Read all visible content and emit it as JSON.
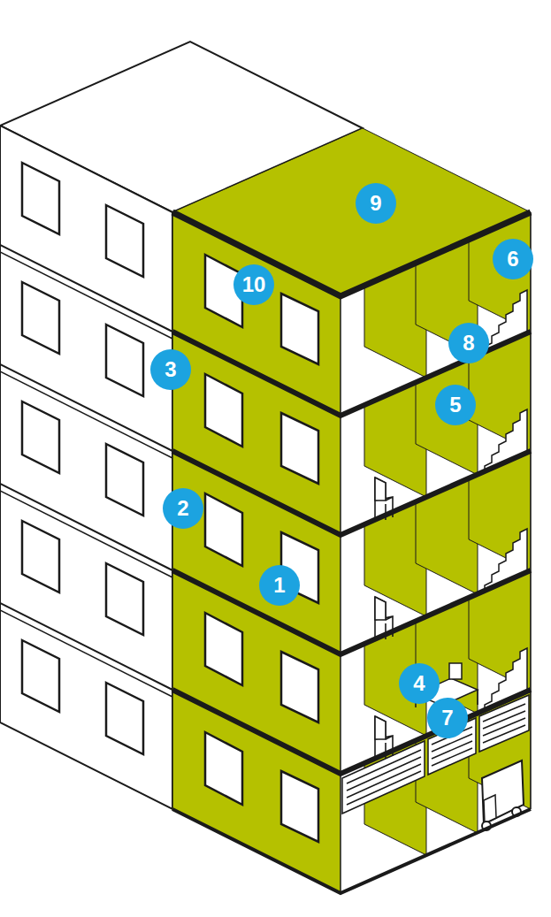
{
  "diagram": {
    "labels": [
      "9",
      "10",
      "6",
      "3",
      "8",
      "5",
      "2",
      "1",
      "4",
      "7"
    ]
  }
}
